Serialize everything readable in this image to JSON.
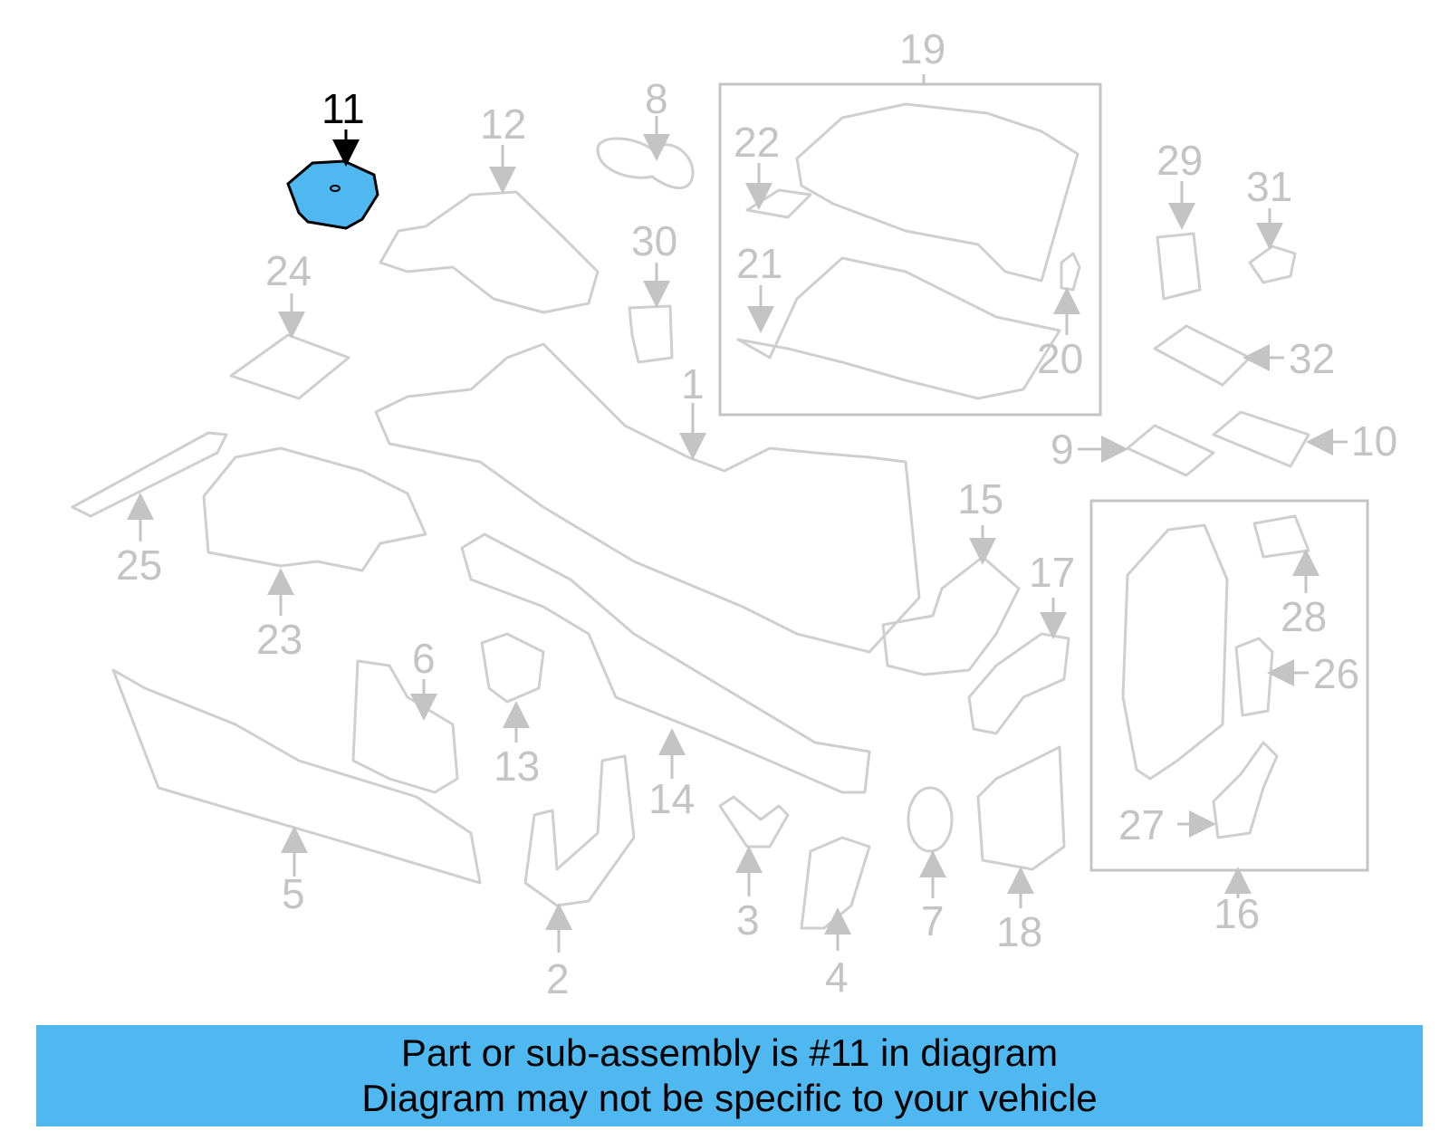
{
  "highlighted_callout": "11",
  "highlight_color": "#4fb8f0",
  "callouts": [
    "1",
    "2",
    "3",
    "4",
    "5",
    "6",
    "7",
    "8",
    "9",
    "10",
    "12",
    "13",
    "14",
    "15",
    "16",
    "17",
    "18",
    "19",
    "20",
    "21",
    "22",
    "23",
    "24",
    "25",
    "26",
    "27",
    "28",
    "29",
    "30",
    "31",
    "32"
  ],
  "banner": {
    "line1": "Part or sub-assembly is #11 in diagram",
    "line2": "Diagram may not be specific to your vehicle"
  }
}
